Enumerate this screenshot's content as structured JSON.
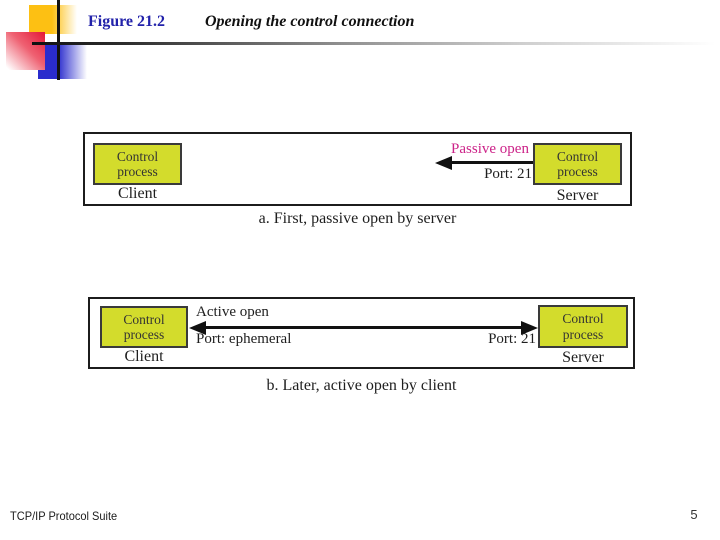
{
  "slide": {
    "figure_label": "Figure 21.2",
    "figure_title": "Opening the control connection",
    "footer_text": "TCP/IP Protocol Suite",
    "page_number": "5"
  },
  "colors": {
    "title_blue": "#2222aa",
    "process_box_fill": "#d3dc2c",
    "magenta_label": "#cc2288",
    "line_black": "#111111"
  },
  "diagram_a": {
    "client_box": "Control\nprocess",
    "server_box": "Control\nprocess",
    "client_label": "Client",
    "server_label": "Server",
    "arrow_label": "Passive open",
    "server_port": "Port: 21",
    "caption": "a. First, passive open by server"
  },
  "diagram_b": {
    "client_box": "Control\nprocess",
    "server_box": "Control\nprocess",
    "client_label": "Client",
    "server_label": "Server",
    "arrow_label": "Active open",
    "client_port": "Port: ephemeral",
    "server_port": "Port: 21",
    "caption": "b. Later, active open by client"
  }
}
